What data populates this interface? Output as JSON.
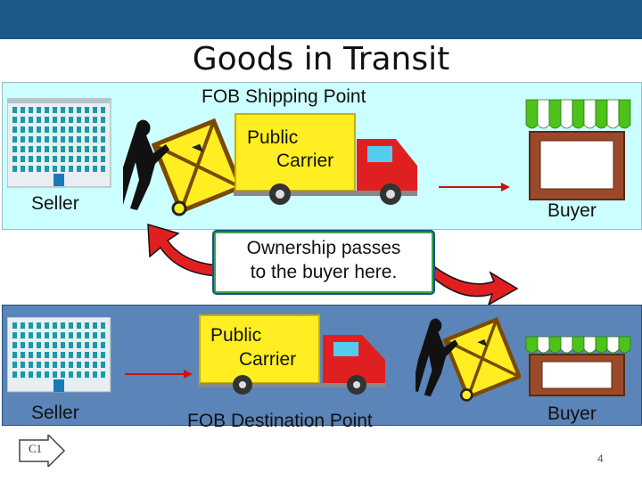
{
  "slide": {
    "title": "Goods in Transit",
    "page_number": "4",
    "nav_label": "C1"
  },
  "top_panel": {
    "heading": "FOB Shipping Point",
    "truck_label_line1": "Public",
    "truck_label_line2": "Carrier",
    "seller_label": "Seller",
    "buyer_label": "Buyer"
  },
  "callout": {
    "line1": "Ownership passes",
    "line2": "to the buyer here."
  },
  "bottom_panel": {
    "heading": "FOB Destination Point",
    "truck_label_line1": "Public",
    "truck_label_line2": "Carrier",
    "seller_label": "Seller",
    "buyer_label": "Buyer"
  },
  "colors": {
    "top_bar": "#1c5a8a",
    "top_panel_bg": "#ccffff",
    "bottom_panel_bg": "#5b84b8",
    "truck_box": "#ffee22",
    "truck_cab": "#e02020",
    "awning": "#4cc21a",
    "callout_arrow": "#e02020",
    "transfer_arrow": "#cc1111"
  },
  "icons": [
    "building-icon",
    "delivery-worker-icon",
    "truck-icon",
    "store-icon",
    "curved-arrow-icon",
    "next-arrow-icon"
  ]
}
